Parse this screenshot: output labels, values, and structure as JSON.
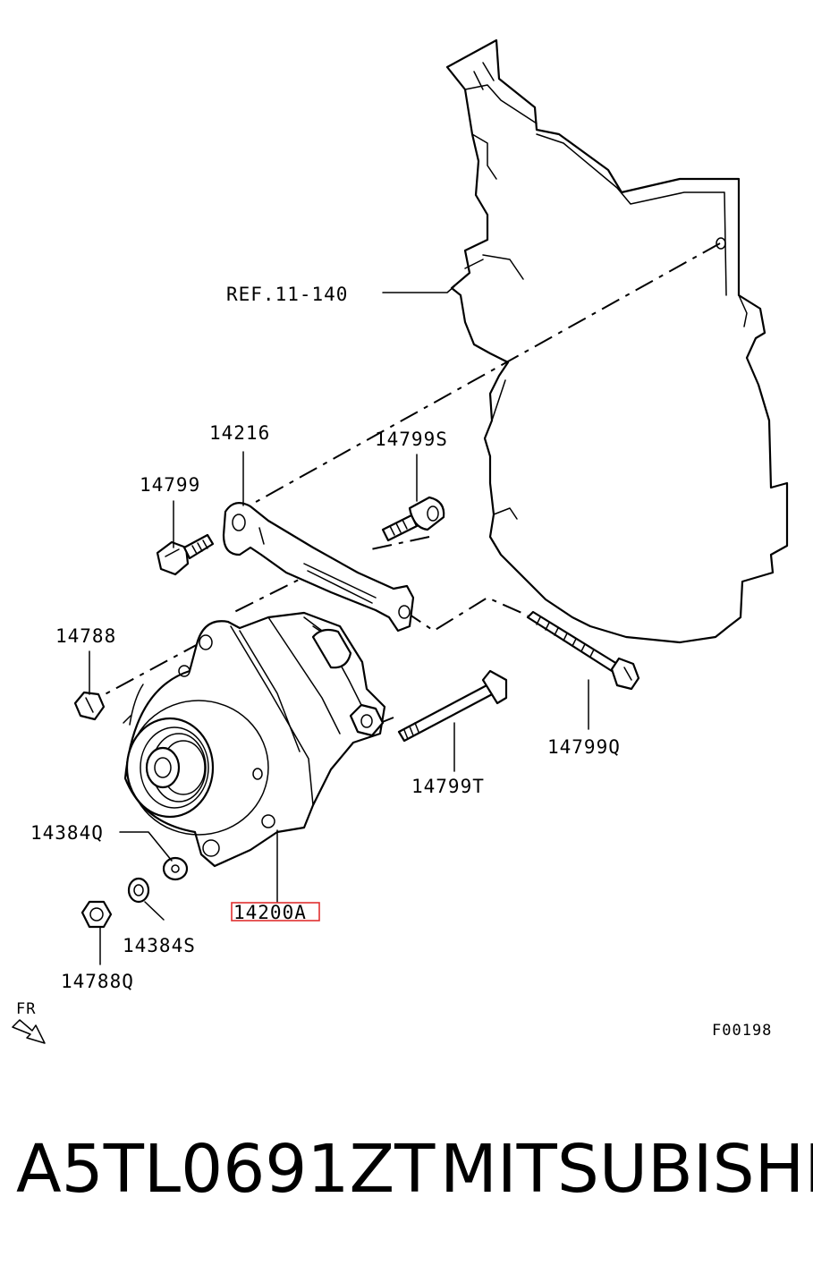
{
  "labels": {
    "ref": "REF.11-140",
    "bracket": "14216",
    "bolt_upper_left": "14799",
    "bolt_upper_right": "14799S",
    "nut_left": "14788",
    "long_bolt_right": "14799Q",
    "through_bolt": "14799T",
    "washer_q": "14384Q",
    "washer_s": "14384S",
    "nut_bottom": "14788Q",
    "alternator": "14200A",
    "direction": "FR",
    "figure_code": "F00198"
  },
  "caption": {
    "part_number": "A5TL0691ZT",
    "brand": "MITSUBISHI"
  },
  "colors": {
    "highlight": "#e03030",
    "line": "#000000"
  }
}
